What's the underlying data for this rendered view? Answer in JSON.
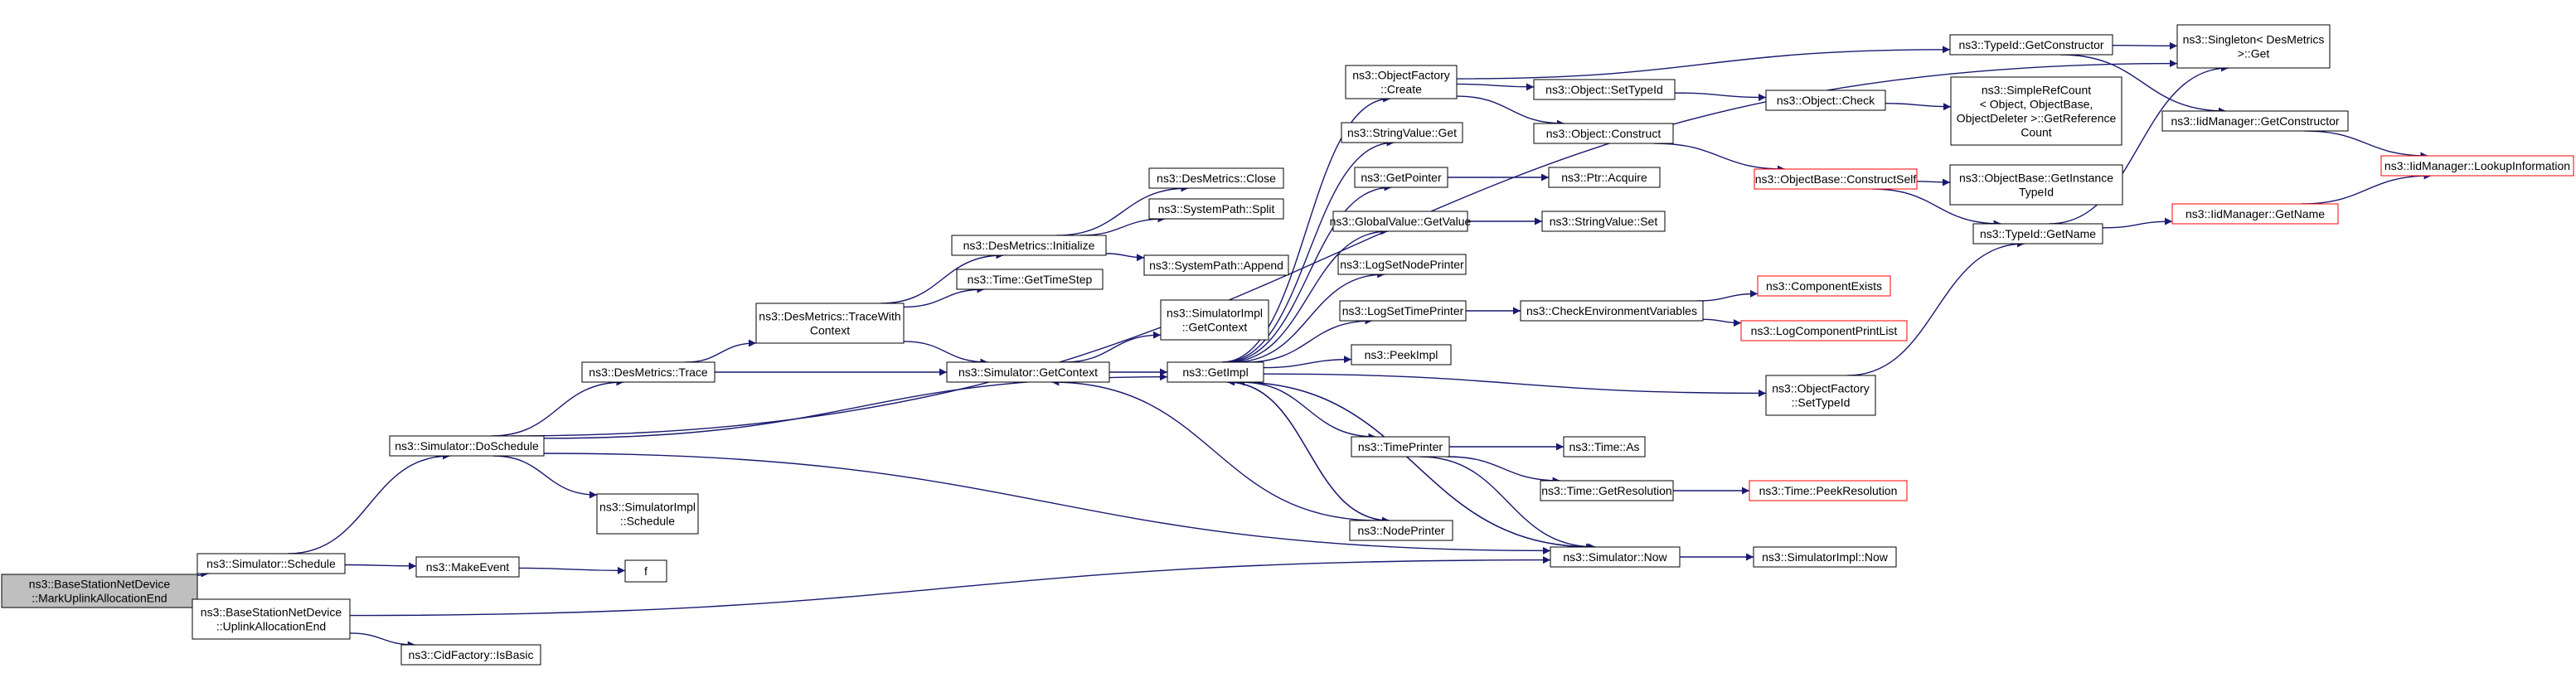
{
  "colors": {
    "edge": "#191970",
    "node_border": "#000000",
    "node_border_red": "#ff0000",
    "root_fill": "#bfbfbf",
    "node_fill": "#ffffff"
  },
  "nodes": [
    {
      "id": "root",
      "lines": [
        "ns3::BaseStationNetDevice",
        "::MarkUplinkAllocationEnd"
      ],
      "style": "root"
    },
    {
      "id": "schedule",
      "lines": [
        "ns3::Simulator::Schedule"
      ],
      "style": "normal"
    },
    {
      "id": "uplinkend",
      "lines": [
        "ns3::BaseStationNetDevice",
        "::UplinkAllocationEnd"
      ],
      "style": "normal"
    },
    {
      "id": "doschedule",
      "lines": [
        "ns3::Simulator::DoSchedule"
      ],
      "style": "normal"
    },
    {
      "id": "makeevent",
      "lines": [
        "ns3::MakeEvent"
      ],
      "style": "normal"
    },
    {
      "id": "f",
      "lines": [
        "f"
      ],
      "style": "normal"
    },
    {
      "id": "isbasic",
      "lines": [
        "ns3::CidFactory::IsBasic"
      ],
      "style": "normal"
    },
    {
      "id": "destrace",
      "lines": [
        "ns3::DesMetrics::Trace"
      ],
      "style": "normal"
    },
    {
      "id": "simimplschedule",
      "lines": [
        "ns3::SimulatorImpl",
        "::Schedule"
      ],
      "style": "normal"
    },
    {
      "id": "tracewith",
      "lines": [
        "ns3::DesMetrics::TraceWith",
        "Context"
      ],
      "style": "normal"
    },
    {
      "id": "getcontext",
      "lines": [
        "ns3::Simulator::GetContext"
      ],
      "style": "normal"
    },
    {
      "id": "desinit",
      "lines": [
        "ns3::DesMetrics::Initialize"
      ],
      "style": "normal"
    },
    {
      "id": "gettimestep",
      "lines": [
        "ns3::Time::GetTimeStep"
      ],
      "style": "normal"
    },
    {
      "id": "desclose",
      "lines": [
        "ns3::DesMetrics::Close"
      ],
      "style": "normal"
    },
    {
      "id": "split",
      "lines": [
        "ns3::SystemPath::Split"
      ],
      "style": "normal"
    },
    {
      "id": "append",
      "lines": [
        "ns3::SystemPath::Append"
      ],
      "style": "normal"
    },
    {
      "id": "implgetcontext",
      "lines": [
        "ns3::SimulatorImpl",
        "::GetContext"
      ],
      "style": "normal"
    },
    {
      "id": "getimpl",
      "lines": [
        "ns3::GetImpl"
      ],
      "style": "normal"
    },
    {
      "id": "nodeprinter",
      "lines": [
        "ns3::NodePrinter"
      ],
      "style": "normal"
    },
    {
      "id": "ofcreate",
      "lines": [
        "ns3::ObjectFactory",
        "::Create"
      ],
      "style": "normal"
    },
    {
      "id": "svget",
      "lines": [
        "ns3::StringValue::Get"
      ],
      "style": "normal"
    },
    {
      "id": "getpointer",
      "lines": [
        "ns3::GetPointer"
      ],
      "style": "normal"
    },
    {
      "id": "gvgetvalue",
      "lines": [
        "ns3::GlobalValue::GetValue"
      ],
      "style": "normal"
    },
    {
      "id": "logsetnodeprinter",
      "lines": [
        "ns3::LogSetNodePrinter"
      ],
      "style": "normal"
    },
    {
      "id": "logsettimeprinter",
      "lines": [
        "ns3::LogSetTimePrinter"
      ],
      "style": "normal"
    },
    {
      "id": "peekimpl",
      "lines": [
        "ns3::PeekImpl"
      ],
      "style": "normal"
    },
    {
      "id": "timeprinter",
      "lines": [
        "ns3::TimePrinter"
      ],
      "style": "normal"
    },
    {
      "id": "simnow",
      "lines": [
        "ns3::Simulator::Now"
      ],
      "style": "normal"
    },
    {
      "id": "implnow",
      "lines": [
        "ns3::SimulatorImpl::Now"
      ],
      "style": "normal"
    },
    {
      "id": "objsettypeid",
      "lines": [
        "ns3::Object::SetTypeId"
      ],
      "style": "normal"
    },
    {
      "id": "objconstruct",
      "lines": [
        "ns3::Object::Construct"
      ],
      "style": "normal"
    },
    {
      "id": "ptracquire",
      "lines": [
        "ns3::Ptr::Acquire"
      ],
      "style": "normal"
    },
    {
      "id": "svset",
      "lines": [
        "ns3::StringValue::Set"
      ],
      "style": "normal"
    },
    {
      "id": "checkenv",
      "lines": [
        "ns3::CheckEnvironmentVariables"
      ],
      "style": "normal"
    },
    {
      "id": "timeas",
      "lines": [
        "ns3::Time::As"
      ],
      "style": "normal"
    },
    {
      "id": "getresolution",
      "lines": [
        "ns3::Time::GetResolution"
      ],
      "style": "normal"
    },
    {
      "id": "ofsettypeid",
      "lines": [
        "ns3::ObjectFactory",
        "::SetTypeId"
      ],
      "style": "normal"
    },
    {
      "id": "typeidgetconstructor",
      "lines": [
        "ns3::TypeId::GetConstructor"
      ],
      "style": "normal"
    },
    {
      "id": "objcheck",
      "lines": [
        "ns3::Object::Check"
      ],
      "style": "normal"
    },
    {
      "id": "constructself",
      "lines": [
        "ns3::ObjectBase::ConstructSelf"
      ],
      "style": "red"
    },
    {
      "id": "componentexists",
      "lines": [
        "ns3::ComponentExists"
      ],
      "style": "red"
    },
    {
      "id": "logcomponentprintlist",
      "lines": [
        "ns3::LogComponentPrintList"
      ],
      "style": "red"
    },
    {
      "id": "peekresolution",
      "lines": [
        "ns3::Time::PeekResolution"
      ],
      "style": "red"
    },
    {
      "id": "simplerefcount",
      "lines": [
        "ns3::SimpleRefCount",
        "< Object, ObjectBase,",
        "ObjectDeleter >::GetReference",
        "Count"
      ],
      "style": "normal"
    },
    {
      "id": "getinstancetypeid",
      "lines": [
        "ns3::ObjectBase::GetInstance",
        "TypeId"
      ],
      "style": "normal"
    },
    {
      "id": "typeidgetname",
      "lines": [
        "ns3::TypeId::GetName"
      ],
      "style": "normal"
    },
    {
      "id": "singletonget",
      "lines": [
        "ns3::Singleton< DesMetrics",
        ">::Get"
      ],
      "style": "normal"
    },
    {
      "id": "iidgetconstructor",
      "lines": [
        "ns3::IidManager::GetConstructor"
      ],
      "style": "normal"
    },
    {
      "id": "iidgetname",
      "lines": [
        "ns3::IidManager::GetName"
      ],
      "style": "red"
    },
    {
      "id": "lookupinformation",
      "lines": [
        "ns3::IidManager::LookupInformation"
      ],
      "style": "red"
    }
  ],
  "edges": [
    [
      "root",
      "schedule"
    ],
    [
      "root",
      "uplinkend"
    ],
    [
      "schedule",
      "doschedule"
    ],
    [
      "schedule",
      "makeevent"
    ],
    [
      "makeevent",
      "f"
    ],
    [
      "uplinkend",
      "simnow"
    ],
    [
      "uplinkend",
      "isbasic"
    ],
    [
      "doschedule",
      "singletonget"
    ],
    [
      "doschedule",
      "destrace"
    ],
    [
      "doschedule",
      "getimpl"
    ],
    [
      "doschedule",
      "simimplschedule"
    ],
    [
      "doschedule",
      "simnow"
    ],
    [
      "destrace",
      "tracewith"
    ],
    [
      "destrace",
      "getcontext"
    ],
    [
      "tracewith",
      "desinit"
    ],
    [
      "tracewith",
      "gettimestep"
    ],
    [
      "tracewith",
      "getcontext"
    ],
    [
      "desinit",
      "desclose"
    ],
    [
      "desinit",
      "split"
    ],
    [
      "desinit",
      "append"
    ],
    [
      "getcontext",
      "getimpl"
    ],
    [
      "getcontext",
      "implgetcontext"
    ],
    [
      "getimpl",
      "ofcreate"
    ],
    [
      "getimpl",
      "svget"
    ],
    [
      "getimpl",
      "getpointer"
    ],
    [
      "getimpl",
      "gvgetvalue"
    ],
    [
      "getimpl",
      "logsetnodeprinter"
    ],
    [
      "getimpl",
      "logsettimeprinter"
    ],
    [
      "getimpl",
      "peekimpl"
    ],
    [
      "getimpl",
      "ofsettypeid"
    ],
    [
      "getimpl",
      "timeprinter"
    ],
    [
      "getimpl",
      "nodeprinter"
    ],
    [
      "getimpl",
      "simnow"
    ],
    [
      "nodeprinter",
      "getcontext"
    ],
    [
      "nodeprinter",
      "getimpl"
    ],
    [
      "ofcreate",
      "typeidgetconstructor"
    ],
    [
      "ofcreate",
      "objsettypeid"
    ],
    [
      "ofcreate",
      "objconstruct"
    ],
    [
      "getpointer",
      "ptracquire"
    ],
    [
      "gvgetvalue",
      "svset"
    ],
    [
      "logsettimeprinter",
      "checkenv"
    ],
    [
      "checkenv",
      "componentexists"
    ],
    [
      "checkenv",
      "logcomponentprintlist"
    ],
    [
      "timeprinter",
      "timeas"
    ],
    [
      "timeprinter",
      "getresolution"
    ],
    [
      "timeprinter",
      "simnow"
    ],
    [
      "getresolution",
      "peekresolution"
    ],
    [
      "simnow",
      "getimpl"
    ],
    [
      "simnow",
      "implnow"
    ],
    [
      "objsettypeid",
      "objcheck"
    ],
    [
      "objcheck",
      "simplerefcount"
    ],
    [
      "objconstruct",
      "constructself"
    ],
    [
      "constructself",
      "getinstancetypeid"
    ],
    [
      "constructself",
      "typeidgetname"
    ],
    [
      "ofsettypeid",
      "typeidgetname"
    ],
    [
      "typeidgetconstructor",
      "singletonget"
    ],
    [
      "typeidgetconstructor",
      "iidgetconstructor"
    ],
    [
      "iidgetconstructor",
      "lookupinformation"
    ],
    [
      "typeidgetname",
      "singletonget"
    ],
    [
      "typeidgetname",
      "iidgetname"
    ],
    [
      "iidgetname",
      "lookupinformation"
    ]
  ]
}
